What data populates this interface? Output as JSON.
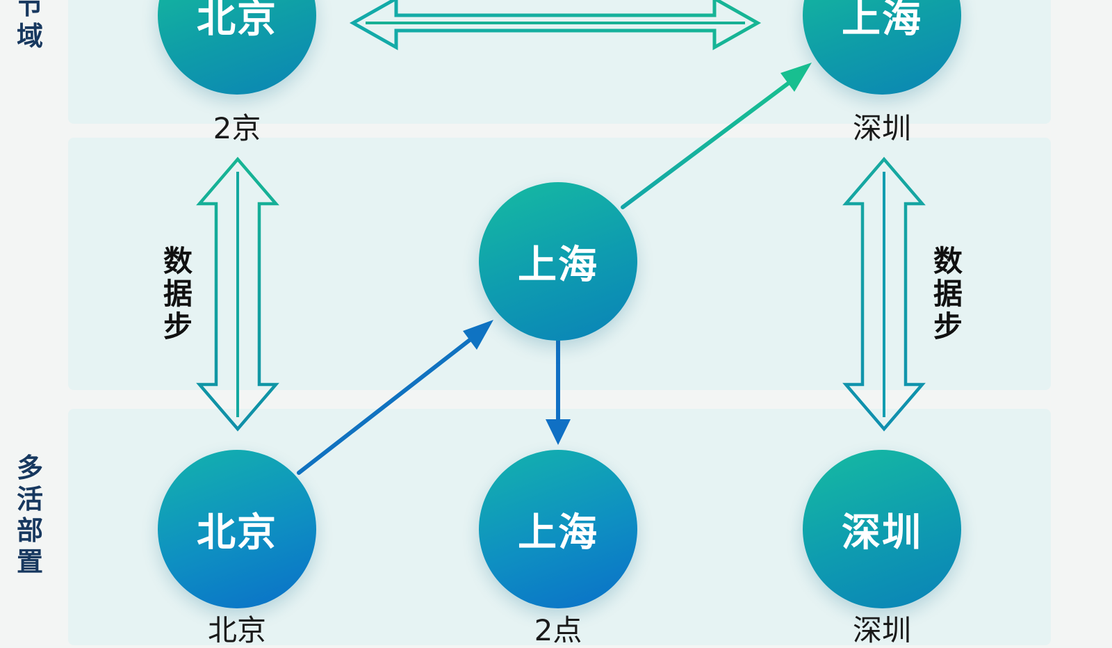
{
  "side_labels": {
    "top": "节\n域",
    "bottom": "多\n活\n部\n置"
  },
  "nodes": {
    "top_left": "北京",
    "top_right": "上海",
    "center": "上海",
    "bottom_left": "北京",
    "bottom_middle": "上海",
    "bottom_right": "深圳"
  },
  "captions": {
    "top_left": "2京",
    "top_right": "深圳",
    "bottom_left": "北京",
    "bottom_middle": "2点",
    "bottom_right": "深圳"
  },
  "sync_labels": {
    "left": "数\n据\n步",
    "right": "数\n据\n步"
  },
  "colors": {
    "arrow_green": "#17b594",
    "arrow_blue": "#1070c4",
    "arrow_teal": "#139db0",
    "band": "#e6f3f3"
  }
}
